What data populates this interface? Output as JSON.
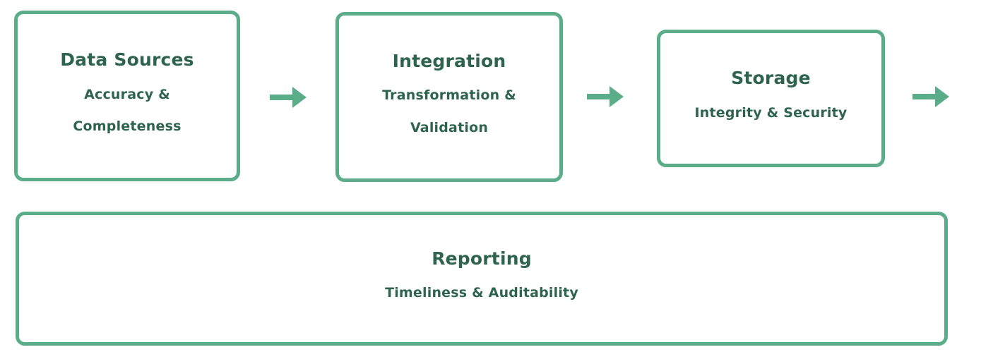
{
  "colors": {
    "accent": "#5bad89",
    "text": "#2e6350",
    "background": "#ffffff"
  },
  "diagram": {
    "type": "flowchart",
    "nodes": [
      {
        "id": "data-sources",
        "title": "Data Sources",
        "subtitle": "Accuracy & Completeness",
        "subtitle_lines": [
          "Accuracy &",
          "Completeness"
        ]
      },
      {
        "id": "integration",
        "title": "Integration",
        "subtitle": "Transformation & Validation",
        "subtitle_lines": [
          "Transformation &",
          "Validation"
        ]
      },
      {
        "id": "storage",
        "title": "Storage",
        "subtitle": "Integrity & Security",
        "subtitle_lines": [
          "Integrity & Security"
        ]
      },
      {
        "id": "reporting",
        "title": "Reporting",
        "subtitle": "Timeliness & Auditability",
        "subtitle_lines": [
          "Timeliness & Auditability"
        ]
      }
    ],
    "connections": [
      {
        "from": "data-sources",
        "to": "integration",
        "style": "right-arrow"
      },
      {
        "from": "integration",
        "to": "storage",
        "style": "right-arrow"
      },
      {
        "from": "storage",
        "to": "reporting",
        "style": "right-arrow"
      }
    ]
  }
}
